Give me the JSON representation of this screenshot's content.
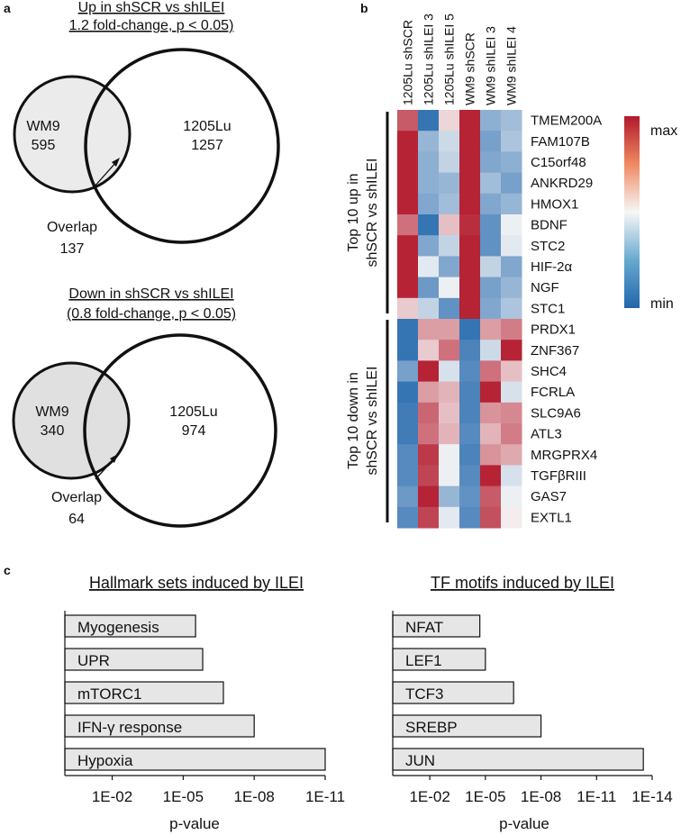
{
  "panels": {
    "a": "a",
    "b": "b",
    "c": "c"
  },
  "venn_up": {
    "title_line1": "Up in shSCR vs shILEI",
    "title_line2": "1.2 fold-change, p < 0.05)",
    "left_name": "WM9",
    "left_count": "595",
    "right_name": "1205Lu",
    "right_count": "1257",
    "overlap_label": "Overlap",
    "overlap_count": "137"
  },
  "venn_down": {
    "title_line1": "Down in shSCR vs shILEI",
    "title_line2": "(0.8 fold-change, p < 0.05)",
    "left_name": "WM9",
    "left_count": "340",
    "right_name": "1205Lu",
    "right_count": "974",
    "overlap_label": "Overlap",
    "overlap_count": "64"
  },
  "heatmap": {
    "columns": [
      "1205Lu shSCR",
      "1205Lu shILEI 3",
      "1205Lu shILEI 5",
      "WM9 shSCR",
      "WM9 shILEI 3",
      "WM9 shILEI 4"
    ],
    "genes": [
      "TMEM200A",
      "FAM107B",
      "C15orf48",
      "ANKRD29",
      "HMOX1",
      "BDNF",
      "STC2",
      "HIF-2α",
      "NGF",
      "STC1",
      "PRDX1",
      "ZNF367",
      "SHC4",
      "FCRLA",
      "SLC9A6",
      "ATL3",
      "MRGPRX4",
      "TGFβRIII",
      "GAS7",
      "EXTL1"
    ],
    "group_up_line1": "Top 10 up in",
    "group_up_line2": "shSCR vs shILEI",
    "group_down_line1": "Top 10 down in",
    "group_down_line2": "shSCR vs shILEI",
    "legend_max": "max",
    "legend_min": "min",
    "colors": {
      "max": "#b2182b",
      "mid": "#f7f7f7",
      "min": "#2166ac"
    },
    "values": [
      [
        0.7,
        -0.9,
        0.15,
        0.95,
        -0.5,
        -0.4
      ],
      [
        0.95,
        -0.45,
        -0.2,
        0.95,
        -0.6,
        -0.35
      ],
      [
        0.95,
        -0.5,
        -0.25,
        0.95,
        -0.55,
        -0.5
      ],
      [
        0.95,
        -0.5,
        -0.45,
        0.95,
        -0.4,
        -0.6
      ],
      [
        0.95,
        -0.55,
        -0.4,
        0.95,
        -0.55,
        -0.45
      ],
      [
        0.6,
        -0.9,
        0.25,
        0.9,
        -0.7,
        -0.05
      ],
      [
        0.95,
        -0.55,
        -0.25,
        0.95,
        -0.7,
        -0.1
      ],
      [
        0.95,
        -0.1,
        -0.55,
        0.95,
        -0.25,
        -0.55
      ],
      [
        0.95,
        -0.65,
        -0.05,
        0.95,
        -0.6,
        -0.45
      ],
      [
        0.2,
        -0.25,
        -0.7,
        0.95,
        -0.55,
        -0.35
      ],
      [
        -0.9,
        0.4,
        0.4,
        -0.9,
        0.4,
        0.55
      ],
      [
        -0.9,
        0.2,
        0.6,
        -0.8,
        -0.2,
        0.95
      ],
      [
        -0.6,
        0.95,
        -0.15,
        -0.75,
        0.6,
        0.25
      ],
      [
        -0.9,
        0.4,
        0.3,
        -0.8,
        0.95,
        -0.15
      ],
      [
        -0.85,
        0.65,
        0.25,
        -0.8,
        0.45,
        0.5
      ],
      [
        -0.85,
        0.6,
        0.3,
        -0.75,
        0.3,
        0.55
      ],
      [
        -0.75,
        0.85,
        -0.05,
        -0.8,
        0.45,
        0.35
      ],
      [
        -0.75,
        0.8,
        -0.05,
        -0.75,
        0.95,
        -0.15
      ],
      [
        -0.65,
        0.95,
        -0.45,
        -0.7,
        0.7,
        -0.05
      ],
      [
        -0.75,
        0.8,
        -0.1,
        -0.75,
        0.75,
        0.05
      ]
    ]
  },
  "chart_data": [
    {
      "type": "bar",
      "orientation": "horizontal",
      "title": "Hallmark sets induced by ILEI",
      "xlabel": "p-value",
      "x_scale": "log10 reversed",
      "xlim": [
        1,
        1e-11
      ],
      "xticks": [
        "1E-02",
        "1E-05",
        "1E-08",
        "1E-11"
      ],
      "categories": [
        "Myogenesis",
        "UPR",
        "mTORC1",
        "IFN-γ response",
        "Hypoxia"
      ],
      "values": [
        3e-06,
        1.5e-06,
        2e-07,
        1e-08,
        1e-11
      ]
    },
    {
      "type": "bar",
      "orientation": "horizontal",
      "title": "TF motifs induced by ILEI",
      "xlabel": "p-value",
      "x_scale": "log10 reversed",
      "xlim": [
        1,
        1e-14
      ],
      "xticks": [
        "1E-02",
        "1E-05",
        "1E-08",
        "1E-11",
        "1E-14"
      ],
      "categories": [
        "NFAT",
        "LEF1",
        "TCF3",
        "SREBP",
        "JUN"
      ],
      "values": [
        2e-05,
        1e-05,
        3e-07,
        1e-08,
        3e-14
      ]
    }
  ]
}
